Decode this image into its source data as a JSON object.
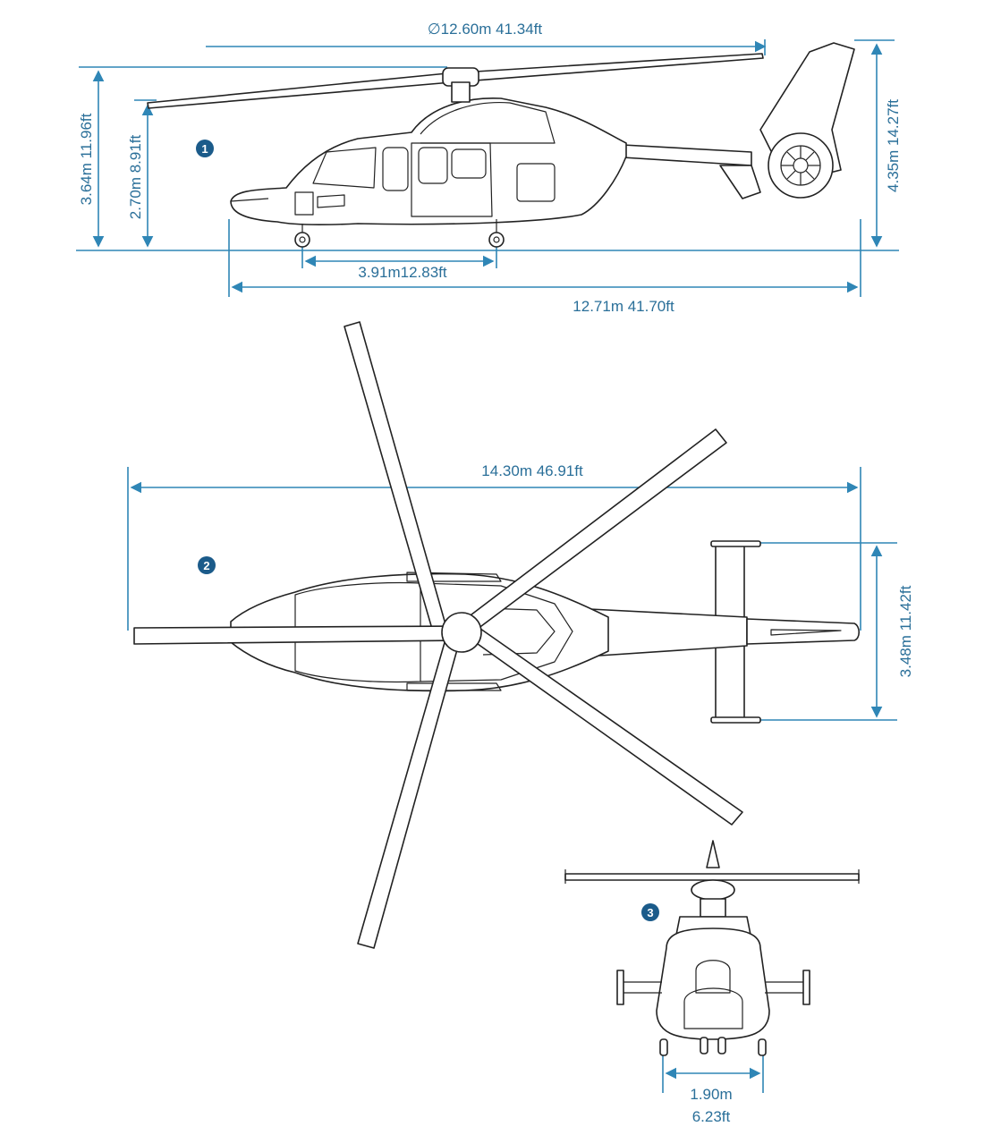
{
  "side_view": {
    "badge": "1",
    "rotor_diameter": "∅12.60m  41.34ft",
    "height_rotor": "3.64m 11.96ft",
    "height_cabin": "2.70m 8.91ft",
    "height_tail": "4.35m 14.27ft",
    "wheelbase": "3.91m12.83ft",
    "length": "12.71m  41.70ft"
  },
  "top_view": {
    "badge": "2",
    "overall_length": "14.30m 46.91ft",
    "stabilizer_span": "3.48m 11.42ft"
  },
  "front_view": {
    "badge": "3",
    "track_m": "1.90m",
    "track_ft": "6.23ft"
  }
}
